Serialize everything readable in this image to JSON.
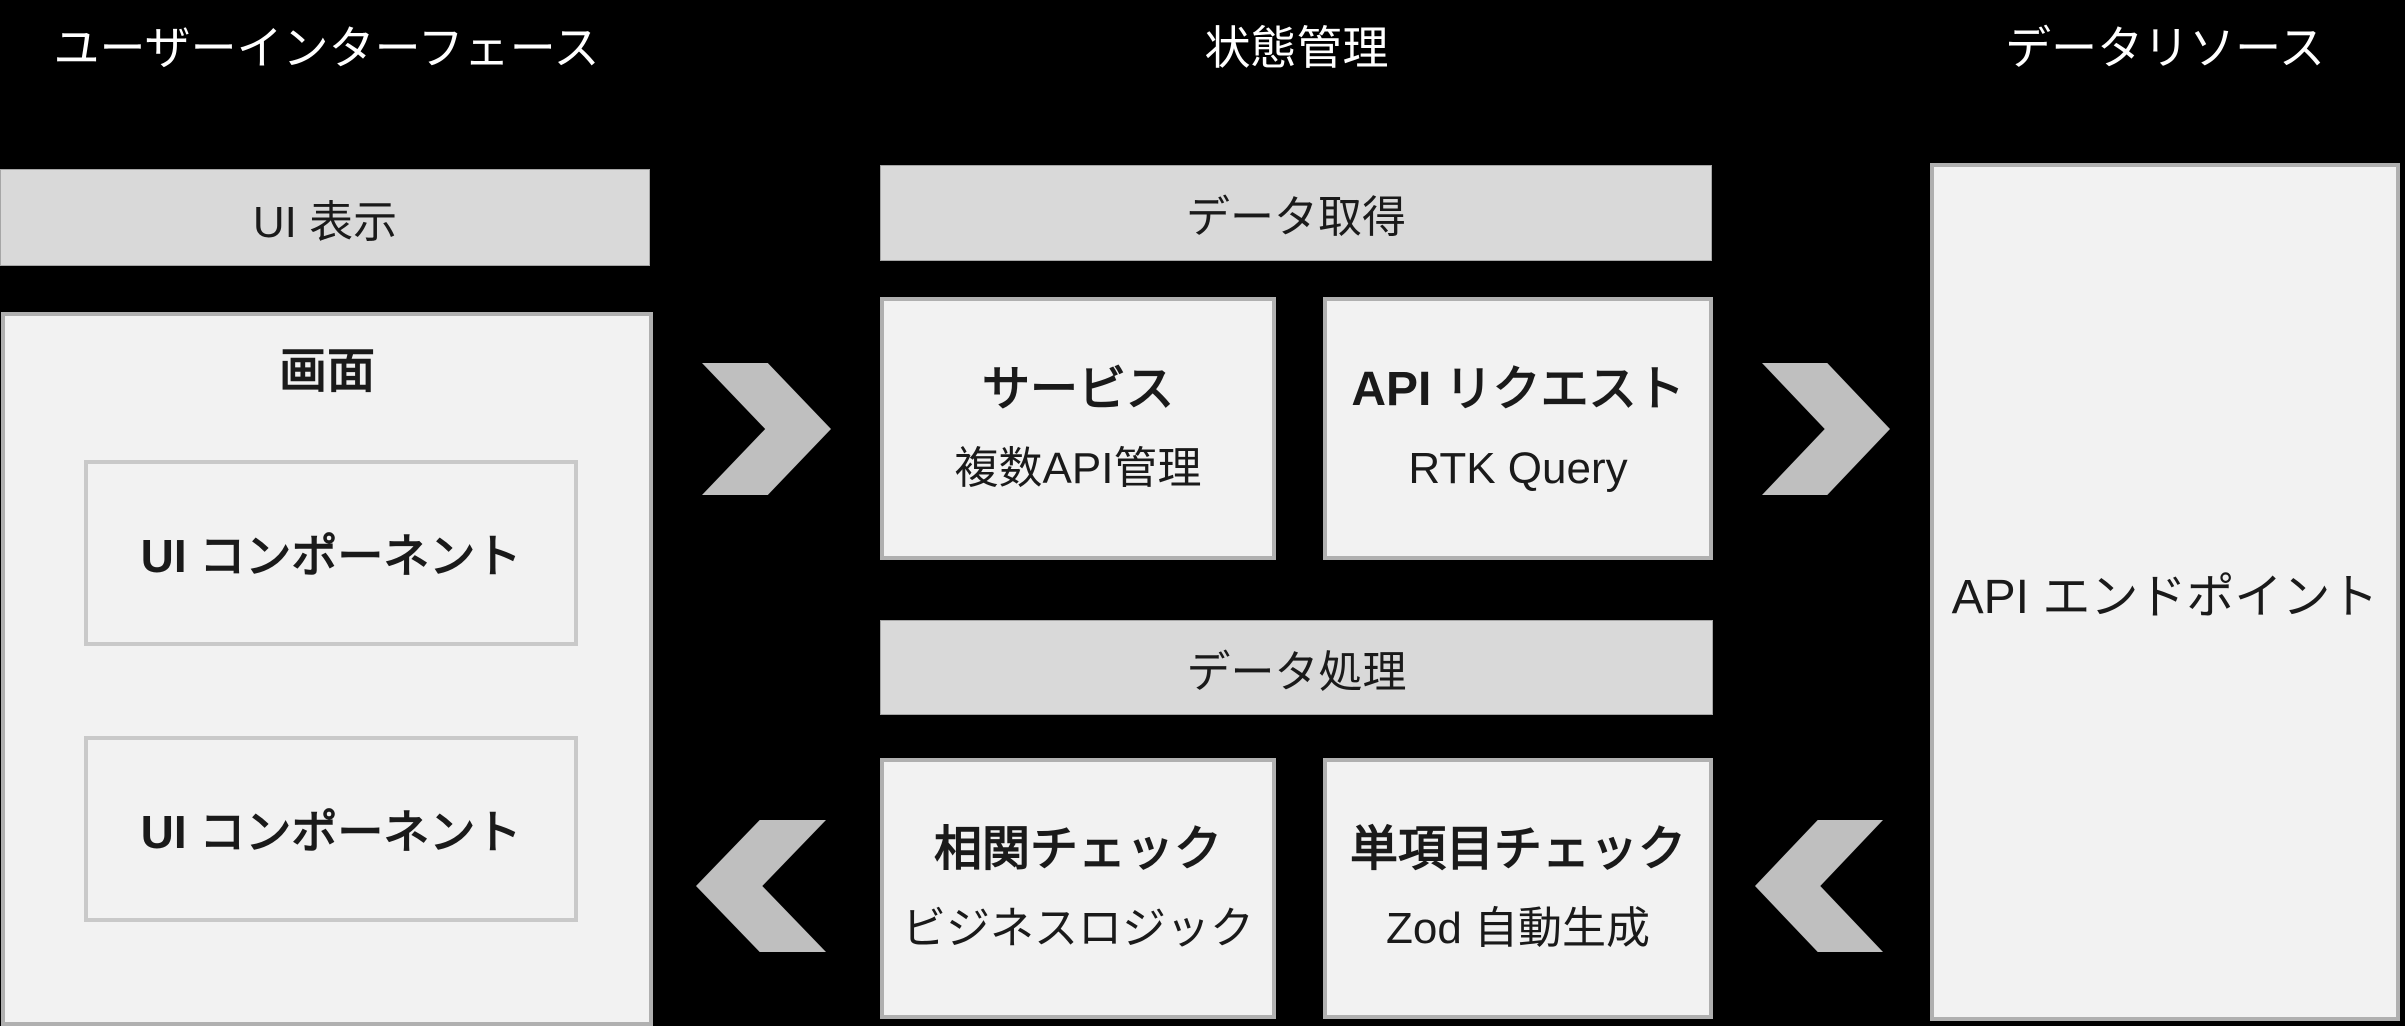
{
  "columns": {
    "ui": {
      "header": "ユーザーインターフェース",
      "bar": "UI 表示",
      "screen": {
        "title": "画面",
        "component1": "UI コンポーネント",
        "component2": "UI コンポーネント"
      }
    },
    "state": {
      "header": "状態管理",
      "fetch_bar": "データ取得",
      "process_bar": "データ処理",
      "boxes": [
        {
          "title": "サービス",
          "subtitle": "複数API管理"
        },
        {
          "title": "API リクエスト",
          "subtitle": "RTK Query"
        },
        {
          "title": "相関チェック",
          "subtitle": "ビジネスロジック"
        },
        {
          "title": "単項目チェック",
          "subtitle": "Zod 自動生成"
        }
      ]
    },
    "data": {
      "header": "データリソース",
      "endpoint": "API エンドポイント"
    }
  },
  "icons": {
    "flow_forward": "chevron-right",
    "flow_backward": "chevron-left"
  },
  "colors": {
    "background": "#000000",
    "header_text": "#ffffff",
    "bar_fill": "#d9d9d9",
    "box_fill": "#f2f2f2",
    "box_border": "#b0b0b0",
    "inner_box_border": "#c9c9c9",
    "arrow": "#bfbfbf",
    "dark_text": "#1a1a1a"
  }
}
